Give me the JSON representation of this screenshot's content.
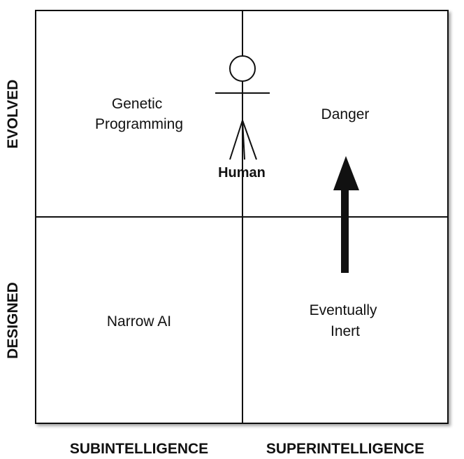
{
  "quadrants": {
    "top_left": [
      "Genetic",
      "Programming"
    ],
    "top_right": "Danger",
    "bottom_left": "Narrow AI",
    "bottom_right": [
      "Eventually",
      "Inert"
    ]
  },
  "axes": {
    "y_top": "EVOLVED",
    "y_bottom": "DESIGNED",
    "x_left": "SUBINTELLIGENCE",
    "x_right": "SUPERINTELLIGENCE"
  },
  "figure": {
    "label": "Human"
  }
}
